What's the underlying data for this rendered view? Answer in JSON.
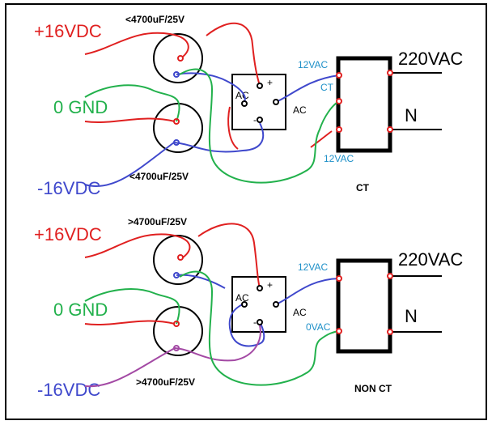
{
  "colors": {
    "positive": "#e02020",
    "ground": "#22b14c",
    "negative": "#3f48cc",
    "negative_alt": "#a349a4",
    "label_blue": "#1e90c8",
    "black": "#000000"
  },
  "top": {
    "pos_label": "+16VDC",
    "gnd_label": "0 GND",
    "neg_label": "-16VDC",
    "cap_top_label": "<4700uF/25V",
    "cap_bottom_label": "<4700uF/25V",
    "bridge_plus": "+",
    "bridge_minus": "-",
    "bridge_ac_left": "AC",
    "bridge_ac_right": "AC",
    "tap_top": "12VAC",
    "tap_center": "CT",
    "tap_bottom": "12VAC",
    "mains_label": "220VAC",
    "neutral_label": "N",
    "transformer_type": "CT"
  },
  "bottom": {
    "pos_label": "+16VDC",
    "gnd_label": "0 GND",
    "neg_label": "-16VDC",
    "cap_top_label": ">4700uF/25V",
    "cap_bottom_label": ">4700uF/25V",
    "bridge_plus": "+",
    "bridge_minus": "-",
    "bridge_ac_left": "AC",
    "bridge_ac_right": "AC",
    "tap_top": "12VAC",
    "tap_bottom": "0VAC",
    "mains_label": "220VAC",
    "neutral_label": "N",
    "transformer_type": "NON CT"
  }
}
